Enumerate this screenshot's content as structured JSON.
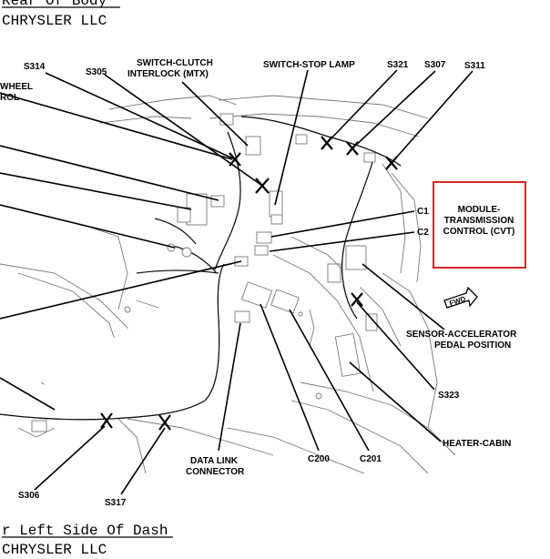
{
  "header": {
    "top_title_partial": "Rear Of Body",
    "top_company": "CHRYSLER LLC",
    "bottom_title_partial": "r Left Side Of Dash",
    "bottom_company_partial": "CHRYSLER LLC"
  },
  "labels": {
    "s314": "S314",
    "steering_wheel_1": "WHEEL",
    "steering_wheel_2": "ROL",
    "s305": "S305",
    "switch_clutch_1": "SWITCH-CLUTCH",
    "switch_clutch_2": "INTERLOCK (MTX)",
    "switch_stop_lamp": "SWITCH-STOP LAMP",
    "s321": "S321",
    "s307": "S307",
    "s311": "S311",
    "c1": "C1",
    "c2": "C2",
    "module_1": "MODULE-",
    "module_2": "TRANSMISSION",
    "module_3": "CONTROL (CVT)",
    "fwd": "FWD",
    "sensor_1": "SENSOR-ACCELERATOR",
    "sensor_2": "PEDAL POSITION",
    "s323": "S323",
    "heater_cabin": "HEATER-CABIN",
    "data_link_1": "DATA LINK",
    "data_link_2": "CONNECTOR",
    "c200": "C200",
    "c201": "C201",
    "s306": "S306",
    "s317": "S317"
  },
  "colors": {
    "highlight_box": "#d62828",
    "ink": "#000000"
  }
}
